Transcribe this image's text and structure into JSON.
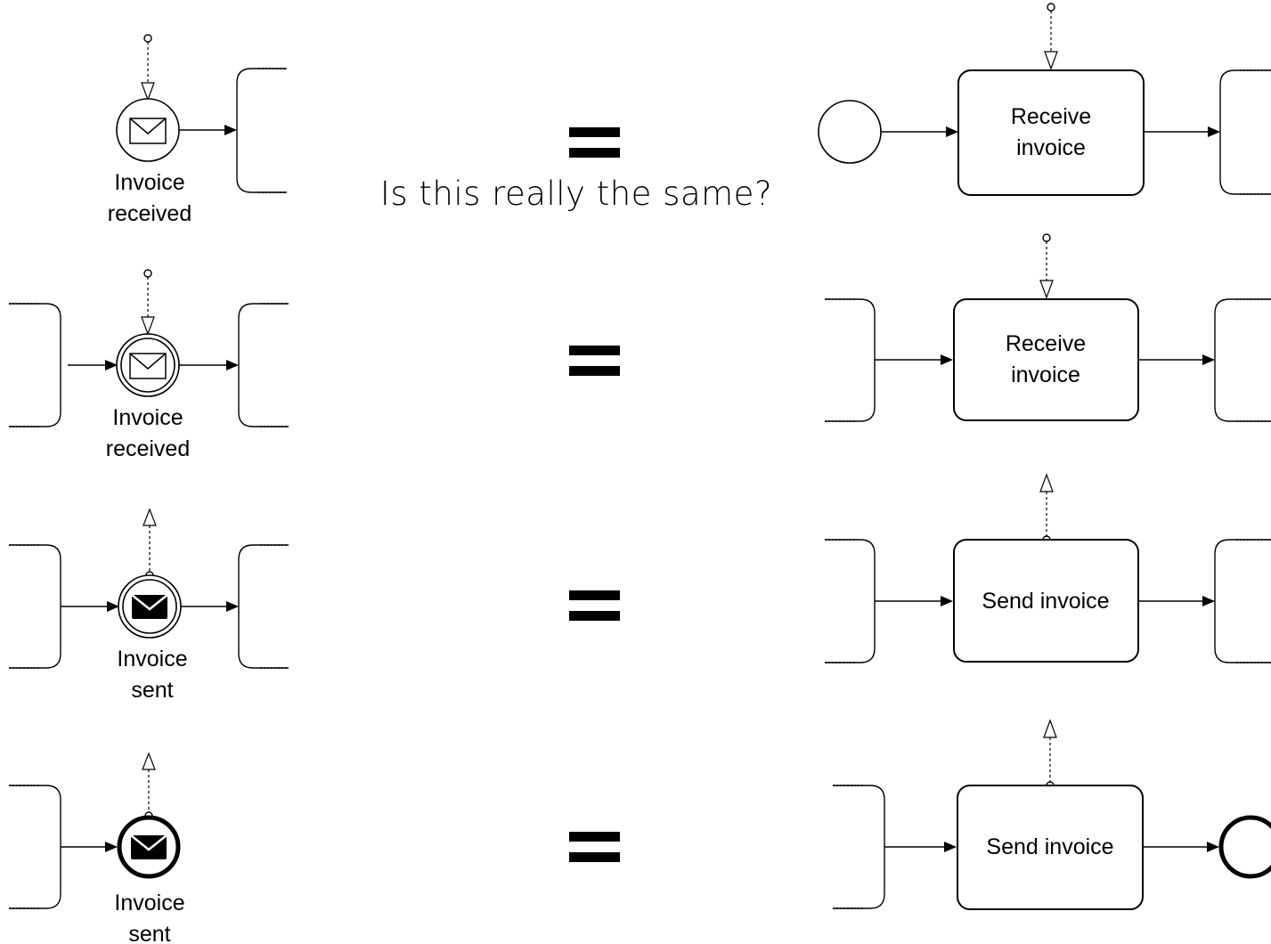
{
  "question": "Is this really the same?",
  "equals_sign": "=",
  "rows": [
    {
      "event_label_line1": "Invoice",
      "event_label_line2": "received",
      "task_label_line1": "Receive",
      "task_label_line2": "invoice"
    },
    {
      "event_label_line1": "Invoice",
      "event_label_line2": "received",
      "task_label_line1": "Receive",
      "task_label_line2": "invoice"
    },
    {
      "event_label_line1": "Invoice",
      "event_label_line2": "sent",
      "task_label": "Send invoice"
    },
    {
      "event_label_line1": "Invoice",
      "event_label_line2": "sent",
      "task_label": "Send invoice"
    }
  ]
}
